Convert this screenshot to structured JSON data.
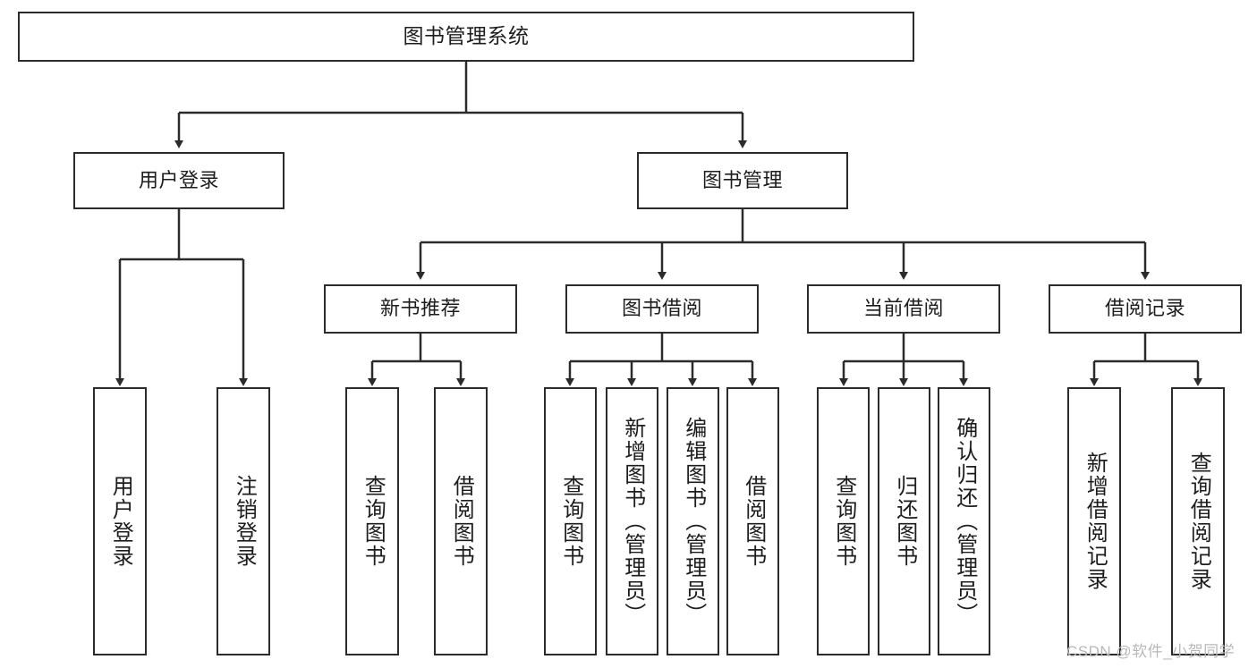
{
  "diagram": {
    "title": "图书管理系统",
    "watermark": "CSDN @软件_小贺同学",
    "colors": {
      "stroke": "#2b2b2b",
      "fill": "#ffffff",
      "text": "#1d1d1d",
      "watermark": "#b8b8b8"
    },
    "root": {
      "label": "图书管理系统"
    },
    "level1": [
      {
        "label": "用户登录"
      },
      {
        "label": "图书管理"
      }
    ],
    "level2": [
      {
        "label": "新书推荐"
      },
      {
        "label": "图书借阅"
      },
      {
        "label": "当前借阅"
      },
      {
        "label": "借阅记录"
      }
    ],
    "leaves": {
      "user_login": [
        {
          "label": "用户登录"
        },
        {
          "label": "注销登录"
        }
      ],
      "new_book_recommend": [
        {
          "label": "查询图书"
        },
        {
          "label": "借阅图书"
        }
      ],
      "book_borrow": [
        {
          "label": "查询图书"
        },
        {
          "label": "新增图书（管理员）"
        },
        {
          "label": "编辑图书（管理员）"
        },
        {
          "label": "借阅图书"
        }
      ],
      "current_borrow": [
        {
          "label": "查询图书"
        },
        {
          "label": "归还图书"
        },
        {
          "label": "确认归还（管理员）"
        }
      ],
      "borrow_record": [
        {
          "label": "新增借阅记录"
        },
        {
          "label": "查询借阅记录"
        }
      ]
    }
  }
}
